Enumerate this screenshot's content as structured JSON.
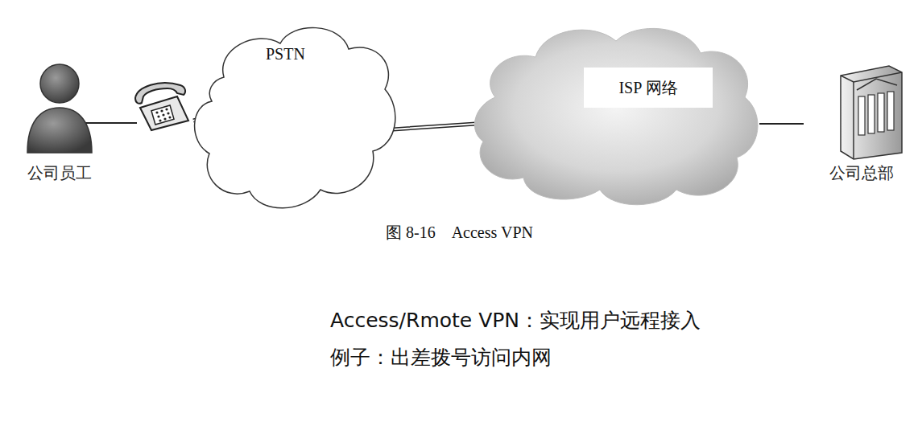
{
  "diagram": {
    "caption": "图 8-16　Access VPN",
    "nodes": [
      {
        "text": [
          "公司员工"
        ]
      },
      {
        "text": [
          "PSTN"
        ]
      },
      {
        "text": [
          "ISP 网络"
        ]
      },
      {
        "text": [
          "公司总部"
        ]
      }
    ],
    "edges": [
      {
        "from": 1,
        "to": 2,
        "arrow": "none"
      },
      {
        "from": 2,
        "to": 3,
        "arrow": "none"
      }
    ],
    "labels": [
      "Access/Rmote VPN：实现用户远程接入",
      "例子：出差拨号访问内网"
    ]
  }
}
